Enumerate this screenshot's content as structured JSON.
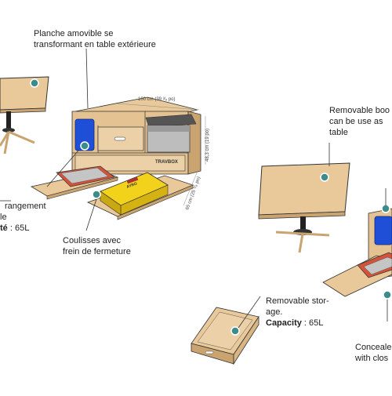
{
  "left_panel": {
    "label_table": [
      "Planche amovible se",
      "transformant en table extérieure"
    ],
    "label_storage": [
      "rangement",
      "le",
      "té",
      ": 65L"
    ],
    "label_slides": [
      "Coulisses avec",
      "frein de fermeture"
    ],
    "dim_width": "100 cm (39 ³⁄₈ po)",
    "dim_height": "48,3 cm (19 po)",
    "dim_depth": "65 cm (25 ⁵⁄₈ po)",
    "brand": "TRAVBOX",
    "crate_brand": "AYRO"
  },
  "right_panel": {
    "label_board": [
      "Removable boo",
      "can be use as",
      "table"
    ],
    "label_storage": [
      "Removable stor-",
      "age.",
      "Capacity",
      ": 65L"
    ],
    "label_concealed": [
      "Conceale",
      "with clos"
    ]
  },
  "colors": {
    "plywood": "#e9c99a",
    "plywood_edge": "#c9a370",
    "line": "#333333",
    "marker": "#3d8c8c",
    "marker_ring": "#ffffff",
    "blue_tank": "#1f4fd6",
    "yellow_crate": "#f2d21b",
    "cooler": "#9a9a9a",
    "red_basin": "#d5523a"
  }
}
